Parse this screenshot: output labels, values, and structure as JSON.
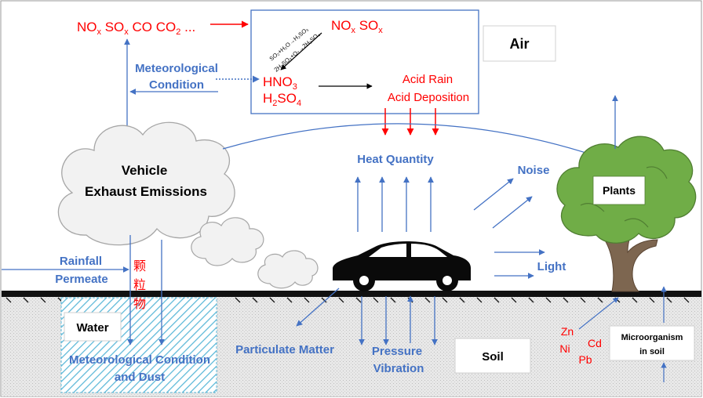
{
  "air": {
    "pollutants": {
      "no": "NO",
      "x1": "x",
      "so": " SO",
      "x2": "x",
      "co_co": " CO CO",
      "two": "2",
      "ellipsis": " ..."
    },
    "box_label": "Air",
    "box_pollutants": {
      "no": "NO",
      "x1": "x",
      "so": " SO",
      "x2": "x"
    },
    "reaction1": "SO₂+H₂O→H₂SO₃",
    "reaction2": "2H₂SO₃+O₂→2H₂SO₄",
    "hno3": {
      "base": "HNO",
      "sub": "3"
    },
    "h2so4": {
      "h": "H",
      "sub2": "2",
      "so": "SO",
      "sub4": "4"
    },
    "acid_rain": "Acid Rain",
    "acid_deposition": "Acid Deposition"
  },
  "meteorological_condition": {
    "line1": "Meteorological",
    "line2": "Condition"
  },
  "vehicle": {
    "line1": "Vehicle",
    "line2": "Exhaust Emissions"
  },
  "heat_quantity": "Heat Quantity",
  "noise": "Noise",
  "light": "Light",
  "plants": "Plants",
  "rainfall": "Rainfall",
  "permeate": "Permeate",
  "particulate_chars": [
    "颗",
    "粒",
    "物"
  ],
  "water": {
    "label": "Water",
    "caption_line1": "Meteorological Condition",
    "caption_line2": "and Dust"
  },
  "particulate_matter": "Particulate Matter",
  "pressure": "Pressure",
  "vibration": "Vibration",
  "soil": "Soil",
  "metals": {
    "zn": "Zn",
    "ni": "Ni",
    "cd": "Cd",
    "pb": "Pb"
  },
  "microorganism": {
    "line1": "Microorganism",
    "line2": "in soil"
  },
  "colors": {
    "label_blue": "#4472c4",
    "pollutant_red": "#ff0000",
    "ground": "#000000",
    "tree_green": "#70ad47",
    "trunk": "#7d6650"
  }
}
